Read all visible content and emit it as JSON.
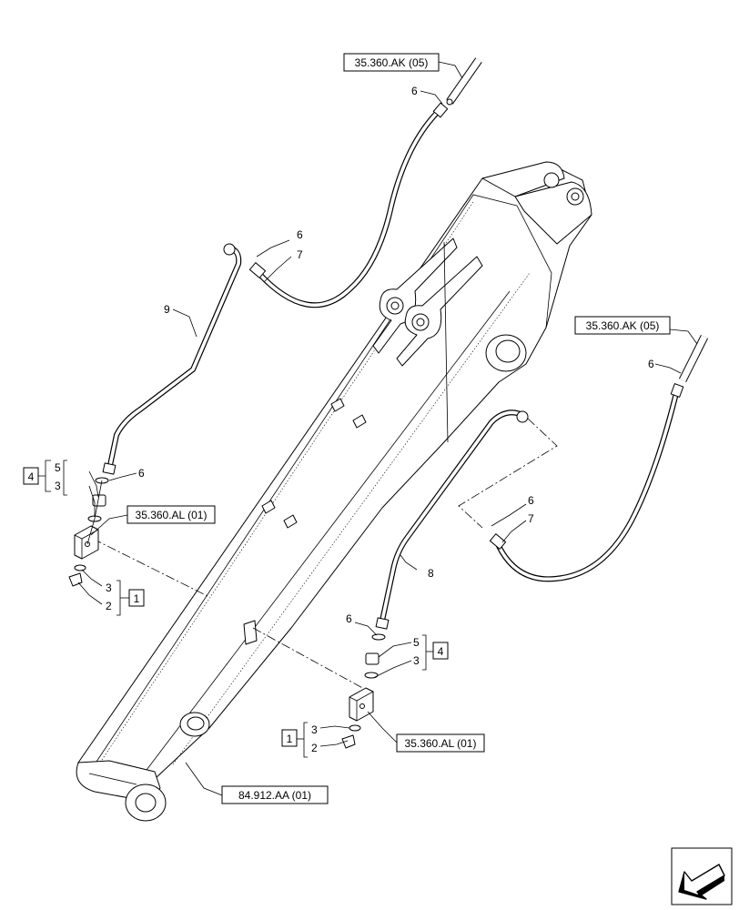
{
  "references": {
    "hose_upper_left": "35.360.AK (05)",
    "hose_upper_right": "35.360.AK (05)",
    "block_left": "35.360.AL (01)",
    "block_right": "35.360.AL (01)",
    "arm": "84.912.AA (01)"
  },
  "callouts": {
    "c6_top": "6",
    "c6_hose_left": "6",
    "c7_hose_left": "7",
    "c9": "9",
    "c6_right_top": "6",
    "c6_right_mid": "6",
    "c7_right": "7",
    "c8": "8",
    "left_stack": {
      "group": "4",
      "a": "5",
      "b": "3",
      "c6": "6"
    },
    "left_lower": {
      "group": "1",
      "a": "3",
      "b": "2"
    },
    "right_stack": {
      "c6": "6",
      "group": "4",
      "a": "5",
      "b": "3"
    },
    "right_lower": {
      "group": "1",
      "a": "3",
      "b": "2"
    }
  },
  "icons": {
    "nav": "arrow-previous-icon"
  }
}
